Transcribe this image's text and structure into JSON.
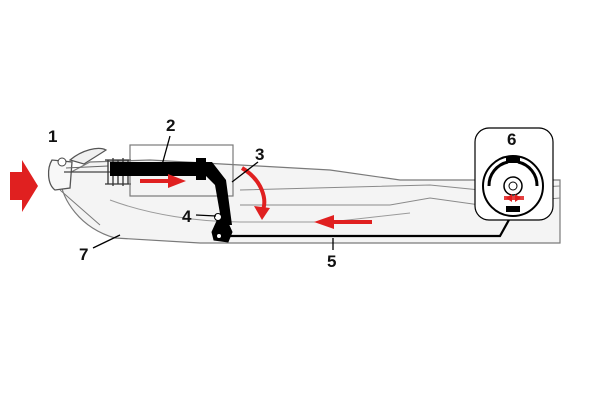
{
  "callouts": {
    "c1": "1",
    "c2": "2",
    "c3": "3",
    "c4": "4",
    "c5": "5",
    "c6": "6",
    "c7": "7"
  },
  "colors": {
    "arrow": "#e02020",
    "line": "#000000",
    "frame": "#7a7a7a",
    "fill": "#f4f4f4"
  }
}
